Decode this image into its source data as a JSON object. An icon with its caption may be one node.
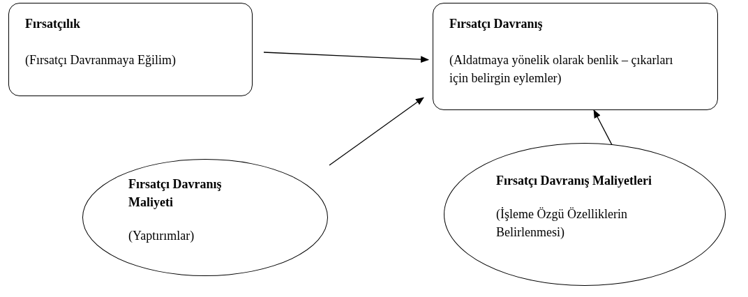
{
  "diagram": {
    "nodes": [
      {
        "text": [
          "Fırsatçılık",
          "(Fırsatçı Davranmaya Eğilim)"
        ]
      },
      {
        "text": [
          "Fırsatçı Davranış",
          "(Aldatmaya yönelik olarak benlik – çıkarları için belirgin eylemler)"
        ]
      },
      {
        "text": [
          "Fırsatçı Davranış Maliyeti",
          "(Yaptırımlar)"
        ]
      },
      {
        "text": [
          "Fırsatçı Davranış Maliyetleri",
          "(İşleme Özgü Özelliklerin Belirlenmesi)"
        ]
      }
    ],
    "edges": [
      {
        "from": 0,
        "to": 1,
        "arrow": "to"
      },
      {
        "from": 2,
        "to": 1,
        "arrow": "to"
      },
      {
        "from": 3,
        "to": 1,
        "arrow": "to"
      }
    ]
  }
}
